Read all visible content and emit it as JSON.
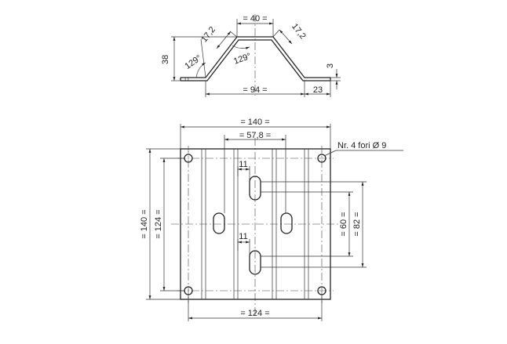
{
  "top_view": {
    "width_top": "= 40 =",
    "edge_left": "17,2",
    "edge_right": "17,2",
    "angle_left": "129°",
    "angle_right": "129°",
    "height": "38",
    "thickness": "3",
    "width_base": "= 94 =",
    "flange": "23"
  },
  "plan_view": {
    "width_outer": "= 140 =",
    "slot_spacing": "= 57,8 =",
    "holes_note": "Nr. 4 fori Ø 9",
    "slot_width_top": "11",
    "slot_width_bottom": "11",
    "height_outer": "= 140 =",
    "height_holes": "= 124 =",
    "slot_center_spacing": "= 60 =",
    "slot_outer_spacing": "= 82 =",
    "width_holes": "= 124 ="
  }
}
